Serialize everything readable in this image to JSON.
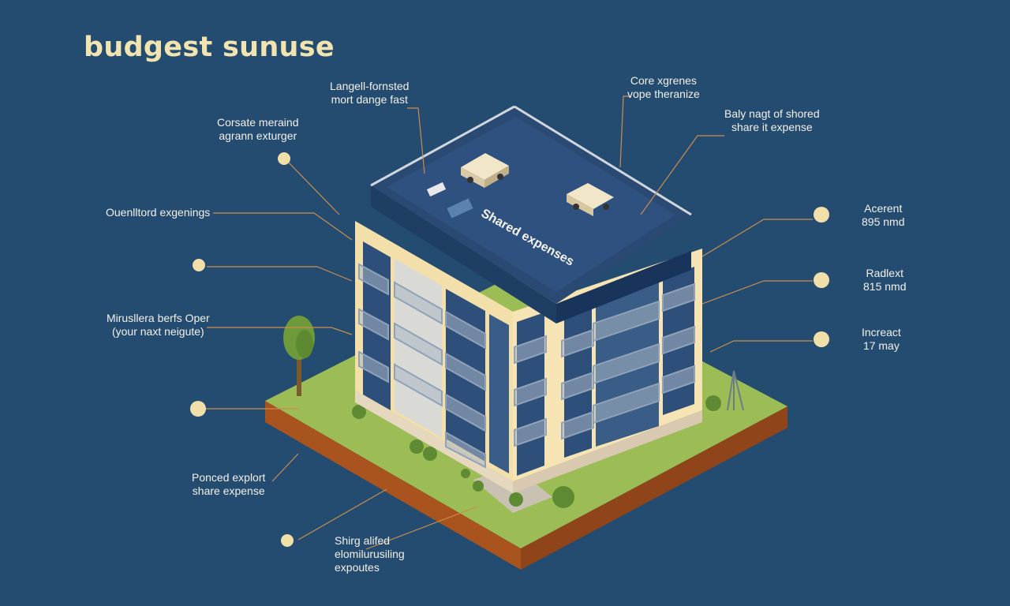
{
  "title": "budgest sunuse",
  "roof_label": "Shared expenses",
  "callouts": {
    "top_center": "Langell-fornsted\nmort dange fast",
    "top_right": "Core xgrenes\nvope theranize",
    "upper_left": "Corsate meraind\nagrann exturger",
    "right_top": "Baly nagt of shored\nshare it expense",
    "left_1": "Ouenlltord exgenings",
    "left_2": "Mirusllera berfs Oper\n(your naxt neigute)",
    "left_3": "Ponced explort\nshare expense",
    "bottom": "Shirg alifed\nelomilurusiling\nexpoutes",
    "right_1": "Acerent\n895 nmd",
    "right_2": "Radlext\n815 nmd",
    "right_3": "Increact\n17 may"
  },
  "colors": {
    "background": "#244b70",
    "accent_text": "#f1e4b0",
    "dot": "#f1dfaa",
    "leader": "#c98e4c",
    "facade": "#f3dfa9",
    "roof": "#2b4a73",
    "grass": "#9cbc55",
    "soil": "#b25d22"
  }
}
